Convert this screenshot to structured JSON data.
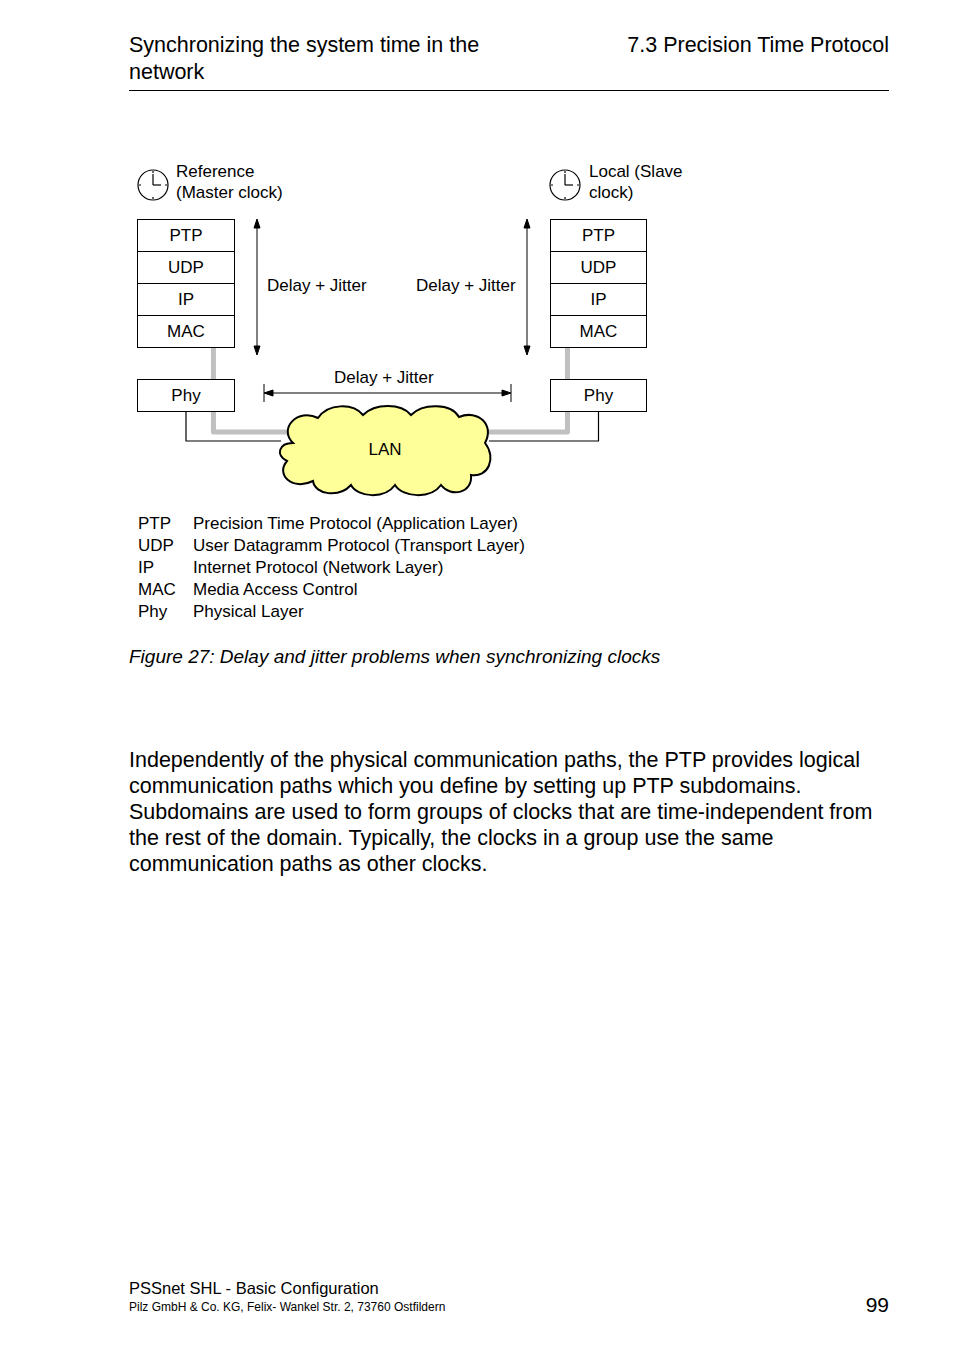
{
  "diagram": {
    "caption": "Figure 27: Delay and jitter problems when synchronizing clocks",
    "nodes": [
      {
        "text": [
          "PTP"
        ]
      },
      {
        "text": [
          "UDP"
        ]
      },
      {
        "text": [
          "IP"
        ]
      },
      {
        "text": [
          "MAC"
        ]
      },
      {
        "text": [
          "PTP"
        ]
      },
      {
        "text": [
          "UDP"
        ]
      },
      {
        "text": [
          "IP"
        ]
      },
      {
        "text": [
          "MAC"
        ]
      },
      {
        "text": [
          "Phy"
        ]
      },
      {
        "text": [
          "Phy"
        ]
      },
      {
        "text": [
          "LAN"
        ]
      }
    ],
    "edges": [
      {
        "from": 0,
        "to": 4,
        "arrow": "to"
      },
      {
        "from": 8,
        "to": 10,
        "arrow": "none"
      },
      {
        "from": 9,
        "to": 10,
        "arrow": "none"
      }
    ],
    "labels": [
      "Synchronizing the system time in the network",
      "7.3 Precision Time Protocol",
      "Reference (Master clock)",
      "Local (Slave clock)",
      "Delay + Jitter",
      "Delay + Jitter",
      "Delay + Jitter",
      "PTP",
      "Precision Time Protocol (Application Layer)",
      "UDP",
      "User Datagramm Protocol (Transport Layer)",
      "IP",
      "Internet Protocol (Network Layer)",
      "MAC",
      "Media Access Control",
      "Phy",
      "Physical Layer",
      "Independently of the physical communication paths, the PTP provides logical communication paths which you define by setting up PTP subdomains. Subdomains are used to form groups of clocks that are time-independent from the rest of the domain. Typically, the clocks in a group use the same communication paths as other clocks.",
      "PSSnet SHL - Basic Configuration",
      "Pilz GmbH & Co. KG, Felix- Wankel Str. 2, 73760 Ostfildern",
      "99"
    ]
  }
}
